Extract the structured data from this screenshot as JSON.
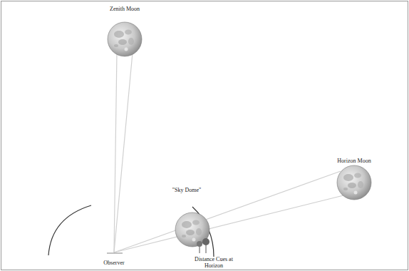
{
  "diagram": {
    "labels": [
      "Zenith Moon",
      "\"Sky Dome\"",
      "Horizon Moon",
      "Observer",
      "Distance Cues at Horizon"
    ]
  }
}
